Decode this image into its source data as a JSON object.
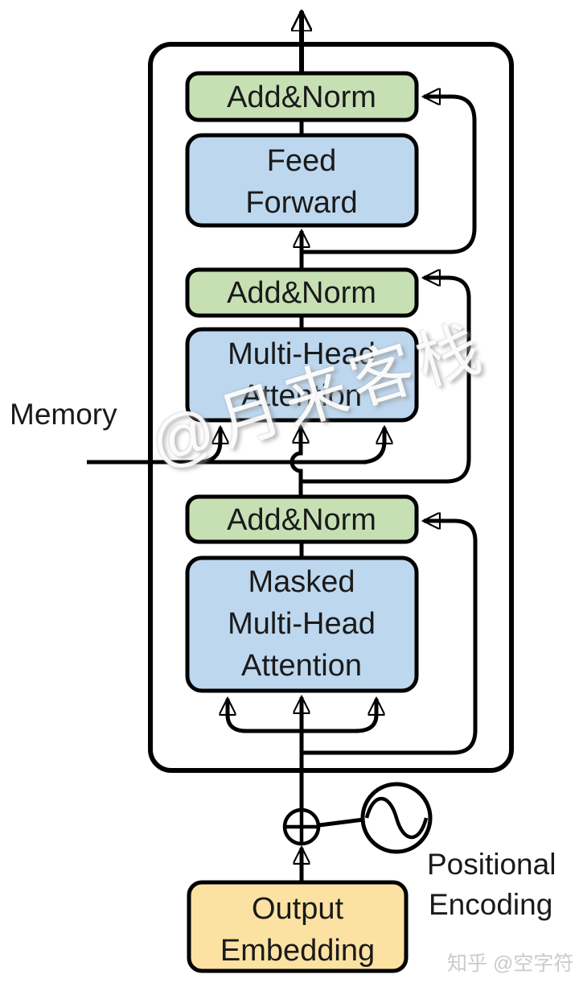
{
  "colors": {
    "block_green": "#c6e0b4",
    "block_blue": "#bdd7ee",
    "block_yellow": "#fbe2a2",
    "line": "#000000",
    "text": "#1a1a1a",
    "watermark_gray": "#c8c8c8"
  },
  "blocks": {
    "add_norm_top": "Add&Norm",
    "feed_forward": {
      "line1": "Feed",
      "line2": "Forward"
    },
    "add_norm_mid": "Add&Norm",
    "multi_head_attention": {
      "line1": "Multi-Head",
      "line2": "Attention"
    },
    "add_norm_bottom": "Add&Norm",
    "masked_multi_head_attention": {
      "line1": "Masked",
      "line2": "Multi-Head",
      "line3": "Attention"
    },
    "output_embedding": {
      "line1": "Output",
      "line2": "Embedding"
    }
  },
  "labels": {
    "memory": "Memory",
    "positional": "Positional",
    "encoding": "Encoding"
  },
  "watermarks": {
    "center": "@月来客栈",
    "bottom_right": "知乎 @空字符"
  }
}
